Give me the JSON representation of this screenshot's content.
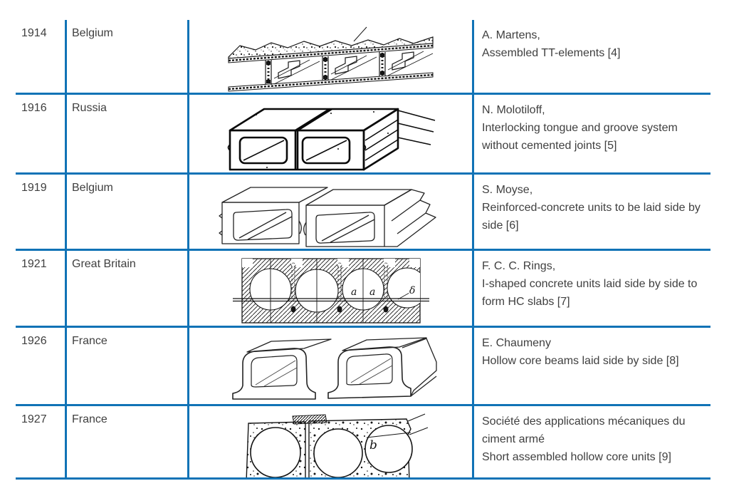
{
  "colors": {
    "accent_blue": "#1173b6",
    "text_color": "#3f3f3f",
    "drawing_ink": "#151515",
    "background": "#ffffff"
  },
  "table": {
    "columns": [
      "year",
      "country",
      "figure",
      "description"
    ],
    "rows": [
      {
        "year": "1914",
        "country": "Belgium",
        "author": "A. Martens,",
        "desc": "Assembled TT-elements [4]",
        "figure": "assembled-tt-elements-drawing"
      },
      {
        "year": "1916",
        "country": "Russia",
        "author": "N. Molotiloff,",
        "desc": "Interlocking tongue and groove system without cemented joints [5]",
        "figure": "interlocking-tongue-and-groove-drawing"
      },
      {
        "year": "1919",
        "country": "Belgium",
        "author": "S. Moyse,",
        "desc": "Reinforced-concrete units to be laid side by side [6]",
        "figure": "reinforced-concrete-units-drawing"
      },
      {
        "year": "1921",
        "country": "Great Britain",
        "author": "F. C. C. Rings,",
        "desc": "I-shaped concrete units laid side by side to form HC slabs [7]",
        "figure": "i-shaped-units-cross-section-drawing",
        "figure_labels": [
          "a",
          "a",
          "δ"
        ]
      },
      {
        "year": "1926",
        "country": "France",
        "author": "E. Chaumeny",
        "desc": "Hollow core beams laid side by side [8]",
        "figure": "hollow-core-beams-drawing"
      },
      {
        "year": "1927",
        "country": "France",
        "author": "Société des applications mécaniques du ciment armé",
        "desc": "Short assembled hollow core units [9]",
        "figure": "short-assembled-hollow-core-units-drawing",
        "figure_labels": [
          "b"
        ]
      }
    ]
  }
}
